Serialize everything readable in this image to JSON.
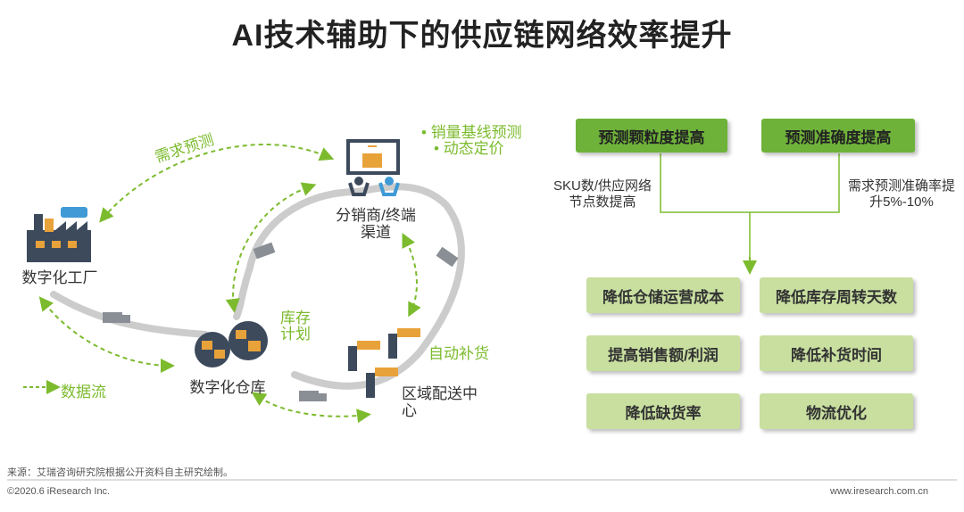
{
  "title": "AI技术辅助下的供应链网络效率提升",
  "left": {
    "demand_forecast": "需求预测",
    "factory": "数字化工厂",
    "warehouse": "数字化仓库",
    "distributor": "分销商/终端渠道",
    "inventory_plan": "库存计划",
    "auto_replenish": "自动补货",
    "regional_center": "区域配送中心",
    "data_flow": "数据流",
    "bullets": [
      "销量基线预测",
      "动态定价"
    ]
  },
  "right": {
    "top_boxes": [
      "预测颗粒度提高",
      "预测准确度提高"
    ],
    "note_left": "SKU数/供应网络节点数提高",
    "note_right": "需求预测准确率提升5%-10%",
    "results": [
      "降低仓储运营成本",
      "降低库存周转天数",
      "提高销售额/利润",
      "降低补货时间",
      "降低缺货率",
      "物流优化"
    ]
  },
  "footer": {
    "source": "来源：艾瑞咨询研究院根据公开资料自主研究绘制。",
    "copyright": "©2020.6 iResearch Inc.",
    "website": "www.iresearch.com.cn"
  },
  "colors": {
    "green": "#7cbb2e",
    "box_light": "#c8dfa0",
    "box_dark": "#6eb23a"
  },
  "icons": [
    "factory-icon",
    "warehouse-icon",
    "distributor-icon",
    "people-icon",
    "conveyor-icon",
    "truck-icon"
  ]
}
